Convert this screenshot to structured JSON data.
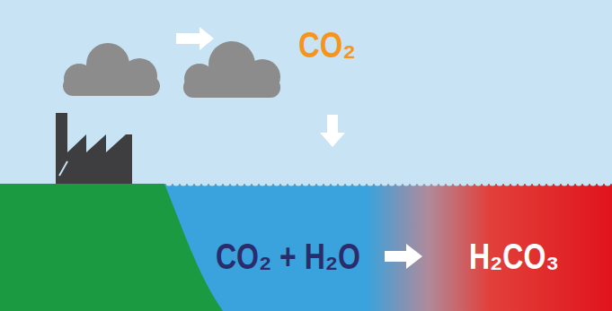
{
  "diagram": {
    "labels": [
      "CO₂",
      "CO₂ + H₂O",
      "H₂CO₃"
    ]
  }
}
